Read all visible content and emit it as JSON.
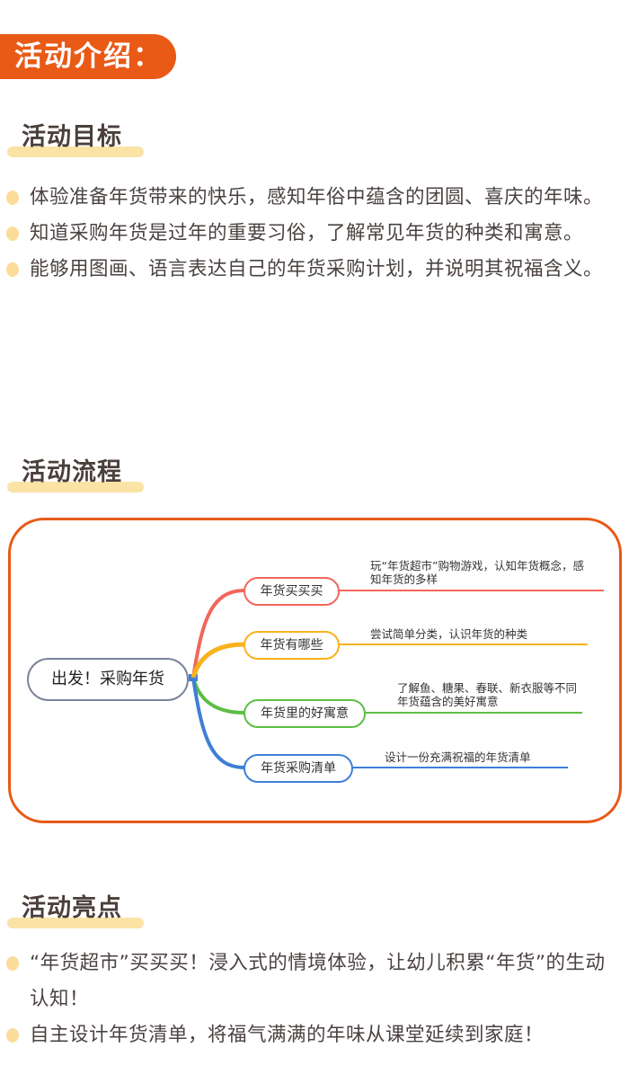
{
  "intro": {
    "label": "活动介绍："
  },
  "goals": {
    "title": "活动目标",
    "items": [
      "体验准备年货带来的快乐，感知年俗中蕴含的团圆、喜庆的年味。",
      "知道采购年货是过年的重要习俗，了解常见年货的种类和寓意。",
      "能够用图画、语言表达自己的年货采购计划，并说明其祝福含义。"
    ]
  },
  "flow": {
    "title": "活动流程",
    "root": "出发！采购年货",
    "branches": [
      {
        "label": "年货买买买",
        "color": "#f2665a",
        "desc": "玩“年货超市”购物游戏，认知年货概念，感知年货的多样"
      },
      {
        "label": "年货有哪些",
        "color": "#f8b21c",
        "desc": "尝试简单分类，认识年货的种类"
      },
      {
        "label": "年货里的好寓意",
        "color": "#5cbf44",
        "desc": "了解鱼、糖果、春联、新衣服等不同年货蕴含的美好寓意"
      },
      {
        "label": "年货采购清单",
        "color": "#3e7fd6",
        "desc": "设计一份充满祝福的年货清单"
      }
    ]
  },
  "highlights": {
    "title": "活动亮点",
    "items": [
      "“年货超市”买买买！浸入式的情境体验，让幼儿积累“年货”的生动认知！",
      "自主设计年货清单，将福气满满的年味从课堂延续到家庭！"
    ]
  },
  "colors": {
    "accent": "#e85a16",
    "highlight": "#fbe3a6",
    "bullet": "#fbdc9a",
    "text": "#4a4240"
  }
}
